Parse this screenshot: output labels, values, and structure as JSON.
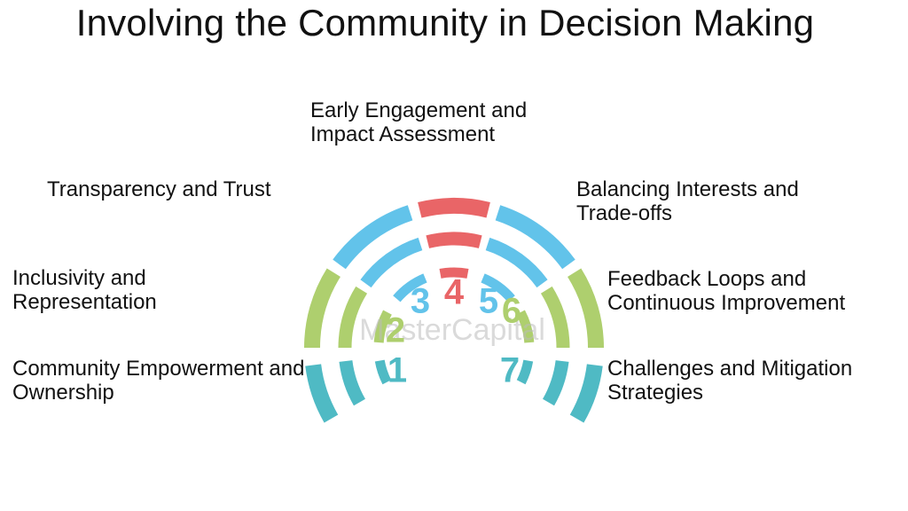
{
  "title": "Involving the Community in Decision Making",
  "colors": {
    "teal": "#4FBAC4",
    "green": "#AECF6E",
    "blue": "#62C3EA",
    "red": "#E96567"
  },
  "segments": [
    {
      "number": "1",
      "label": "Community Empowerment and Ownership",
      "color": "#4FBAC4"
    },
    {
      "number": "2",
      "label": "Inclusivity and Representation",
      "color": "#AECF6E"
    },
    {
      "number": "3",
      "label": "Transparency and Trust",
      "color": "#62C3EA"
    },
    {
      "number": "4",
      "label": "Early Engagement and Impact Assessment",
      "color": "#E96567"
    },
    {
      "number": "5",
      "label": "Balancing Interests and Trade-offs",
      "color": "#62C3EA"
    },
    {
      "number": "6",
      "label": "Feedback Loops and Continuous Improvement",
      "color": "#AECF6E"
    },
    {
      "number": "7",
      "label": "Challenges and Mitigation Strategies",
      "color": "#4FBAC4"
    }
  ],
  "watermark": "MasterCapital"
}
